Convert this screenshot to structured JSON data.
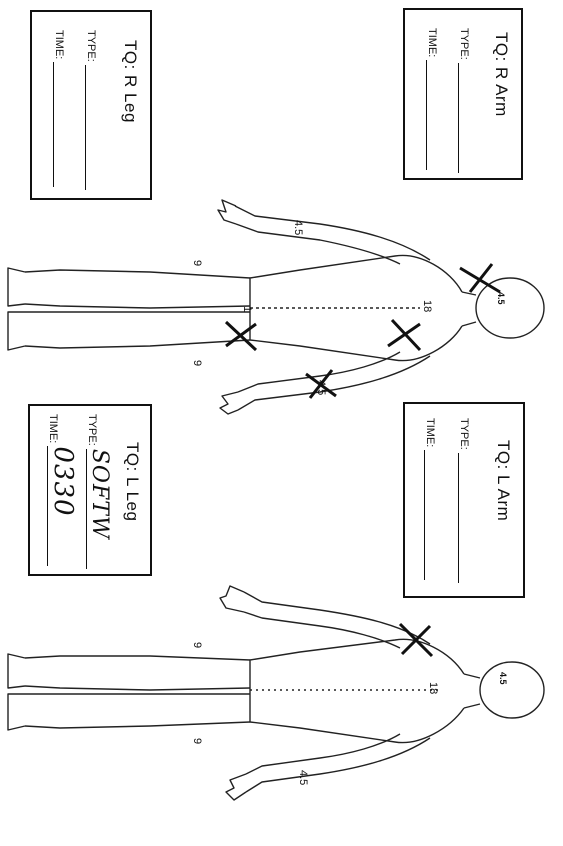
{
  "cards": {
    "r_arm": {
      "title": "TQ: R Arm",
      "type_label": "TYPE:",
      "time_label": "TIME:",
      "type_value": "",
      "time_value": ""
    },
    "r_leg": {
      "title": "TQ: R Leg",
      "type_label": "TYPE:",
      "time_label": "TIME:",
      "type_value": "",
      "time_value": ""
    },
    "l_arm": {
      "title": "TQ: L Arm",
      "type_label": "TYPE:",
      "time_label": "TIME:",
      "type_value": "",
      "time_value": ""
    },
    "l_leg": {
      "title": "TQ: L Leg",
      "type_label": "TYPE:",
      "time_label": "TIME:",
      "type_value": "SOFTW",
      "time_value": "0330"
    }
  },
  "front_figure": {
    "head": "4.5",
    "chest": "18",
    "groin": "1",
    "right_arm": "4.5",
    "left_arm": "4.5",
    "right_leg": "9",
    "left_leg": "9"
  },
  "back_figure": {
    "head": "4.5",
    "back": "18",
    "right_leg": "9",
    "left_leg": "9",
    "left_arm": "4.5"
  },
  "colors": {
    "ink": "#111111",
    "paper": "#ffffff"
  }
}
